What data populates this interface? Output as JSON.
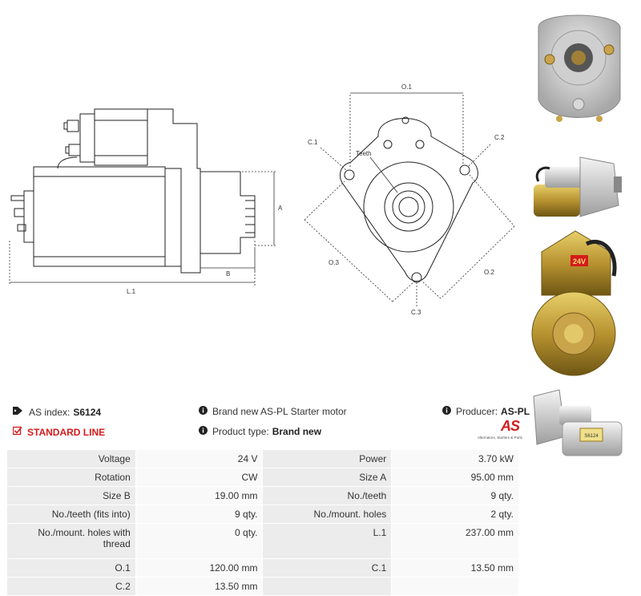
{
  "drawing": {
    "labels": {
      "a": "A",
      "b": "B",
      "l1": "L.1",
      "o1": "O.1",
      "o2": "O.2",
      "o3": "O.3",
      "c1": "C.1",
      "c2": "C.2",
      "c3": "C.3",
      "teeth": "Teeth"
    }
  },
  "photos": {
    "badge_24v": "24V",
    "label_code": "S6124"
  },
  "header": {
    "as_index_label": "AS index:",
    "as_index_value": "S6124",
    "line_label": "STANDARD LINE",
    "brand_text": "Brand new AS-PL Starter motor",
    "product_type_label": "Product type:",
    "product_type_value": "Brand new",
    "producer_label": "Producer:",
    "producer_value": "AS-PL"
  },
  "logo": {
    "mark": "AS",
    "tagline": "Alternators, Starters & Parts"
  },
  "specs": [
    {
      "k1": "Voltage",
      "v1": "24 V",
      "k2": "Power",
      "v2": "3.70 kW"
    },
    {
      "k1": "Rotation",
      "v1": "CW",
      "k2": "Size A",
      "v2": "95.00 mm"
    },
    {
      "k1": "Size B",
      "v1": "19.00 mm",
      "k2": "No./teeth",
      "v2": "9 qty."
    },
    {
      "k1": "No./teeth (fits into)",
      "v1": "9 qty.",
      "k2": "No./mount. holes",
      "v2": "2 qty."
    },
    {
      "k1": "No./mount. holes with thread",
      "v1": "0 qty.",
      "k2": "L.1",
      "v2": "237.00 mm"
    },
    {
      "k1": "O.1",
      "v1": "120.00 mm",
      "k2": "C.1",
      "v2": "13.50 mm"
    },
    {
      "k1": "C.2",
      "v1": "13.50 mm",
      "k2": "",
      "v2": ""
    }
  ]
}
